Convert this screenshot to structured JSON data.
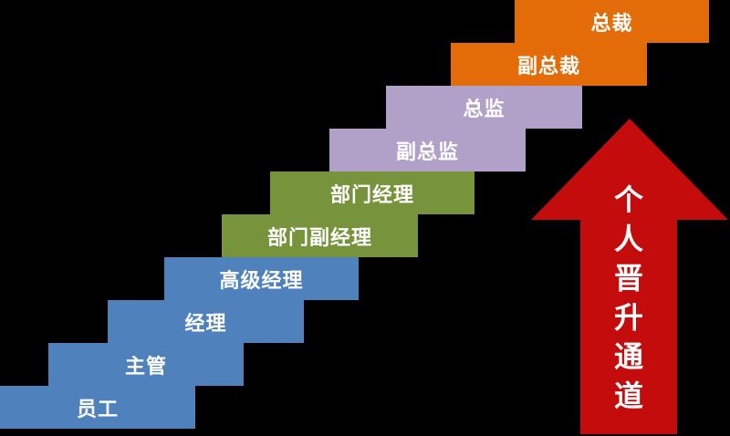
{
  "background_color": "#000000",
  "ladder": {
    "label_text_color": "#ffffff",
    "steps": [
      {
        "label": "员工",
        "color": "#4f81bd"
      },
      {
        "label": "主管",
        "color": "#4f81bd"
      },
      {
        "label": "经理",
        "color": "#4f81bd"
      },
      {
        "label": "高级经理",
        "color": "#4f81bd"
      },
      {
        "label": "部门副经理",
        "color": "#77933c"
      },
      {
        "label": "部门经理",
        "color": "#77933c"
      },
      {
        "label": "副总监",
        "color": "#b1a0c7"
      },
      {
        "label": "总监",
        "color": "#b1a0c7"
      },
      {
        "label": "副总裁",
        "color": "#e36c09"
      },
      {
        "label": "总裁",
        "color": "#e36c09"
      }
    ]
  },
  "arrow": {
    "label": "个人晋升通道",
    "color": "#c40c0c",
    "text_color": "#ffffff",
    "icon": "up-arrow-icon"
  }
}
